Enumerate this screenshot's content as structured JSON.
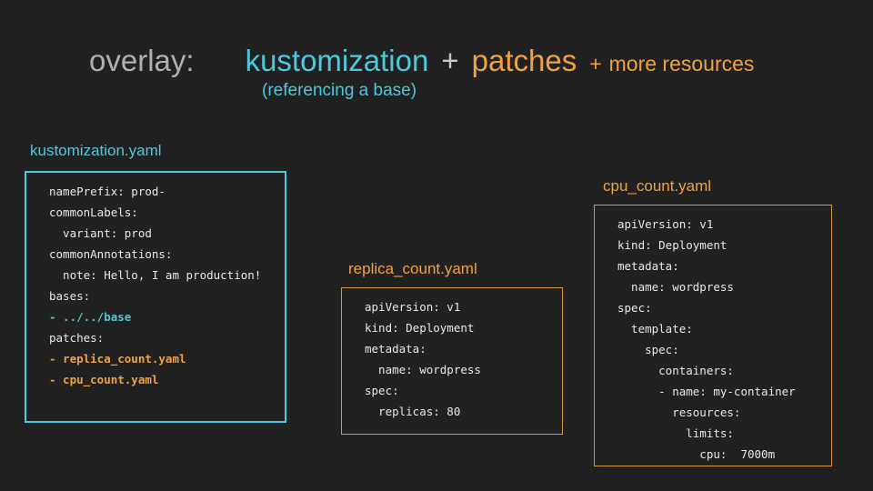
{
  "colors": {
    "background": "#212121",
    "cyan_accent": "#4ec9dc",
    "code_cyan": "#53c7ce",
    "orange_accent": "#f0a243",
    "orange_border": "#d9963c",
    "title_gray": "#b0b0b0",
    "code_text": "#e8e8e8"
  },
  "title": {
    "overlay": "overlay:",
    "kustomization": "kustomization",
    "plus1": "+",
    "patches": "patches",
    "plus2": "+",
    "more_resources": "more resources",
    "subtitle": "(referencing a base)"
  },
  "panels": [
    {
      "label": "kustomization.yaml",
      "accent": "#4ec9dc",
      "lines": [
        {
          "text": "namePrefix: prod-",
          "style": "plain"
        },
        {
          "text": "commonLabels:",
          "style": "plain"
        },
        {
          "text": "  variant: prod",
          "style": "plain"
        },
        {
          "text": "commonAnnotations:",
          "style": "plain"
        },
        {
          "text": "  note: Hello, I am production!",
          "style": "plain"
        },
        {
          "text": "bases:",
          "style": "plain"
        },
        {
          "text": "- ../../base",
          "style": "cyan"
        },
        {
          "text": "patches:",
          "style": "plain"
        },
        {
          "text": "- replica_count.yaml",
          "style": "orange"
        },
        {
          "text": "- cpu_count.yaml",
          "style": "orange"
        }
      ]
    },
    {
      "label": "replica_count.yaml",
      "accent": "#f0a243",
      "lines": [
        {
          "text": "apiVersion: v1",
          "style": "plain"
        },
        {
          "text": "kind: Deployment",
          "style": "plain"
        },
        {
          "text": "metadata:",
          "style": "plain"
        },
        {
          "text": "  name: wordpress",
          "style": "plain"
        },
        {
          "text": "spec:",
          "style": "plain"
        },
        {
          "text": "  replicas: 80",
          "style": "plain"
        }
      ]
    },
    {
      "label": "cpu_count.yaml",
      "accent": "#f0a243",
      "lines": [
        {
          "text": "apiVersion: v1",
          "style": "plain"
        },
        {
          "text": "kind: Deployment",
          "style": "plain"
        },
        {
          "text": "metadata:",
          "style": "plain"
        },
        {
          "text": "  name: wordpress",
          "style": "plain"
        },
        {
          "text": "spec:",
          "style": "plain"
        },
        {
          "text": "  template:",
          "style": "plain"
        },
        {
          "text": "    spec:",
          "style": "plain"
        },
        {
          "text": "      containers:",
          "style": "plain"
        },
        {
          "text": "      - name: my-container",
          "style": "plain"
        },
        {
          "text": "        resources:",
          "style": "plain"
        },
        {
          "text": "          limits:",
          "style": "plain"
        },
        {
          "text": "            cpu:  7000m",
          "style": "plain"
        }
      ]
    }
  ]
}
